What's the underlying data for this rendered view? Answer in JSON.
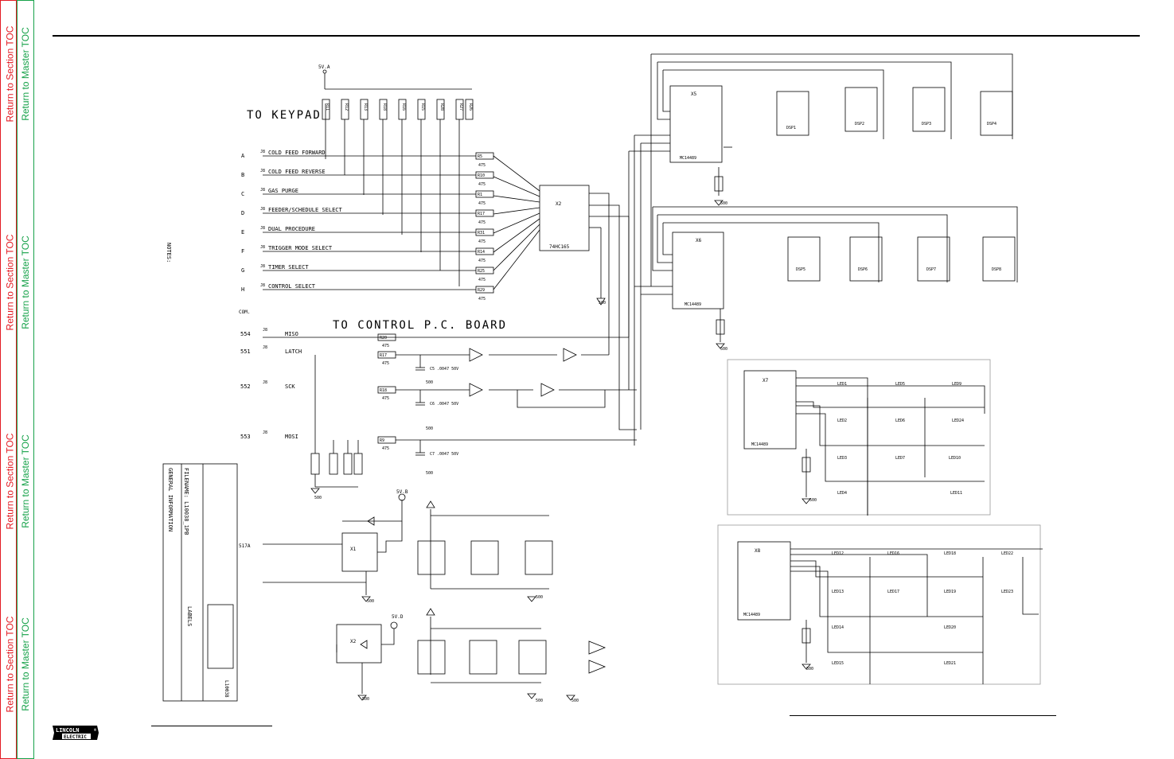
{
  "sidebar": {
    "section_label": "Return to Section TOC",
    "master_label": "Return to Master TOC"
  },
  "brand": {
    "line1": "LINCOLN",
    "line2": "ELECTRIC",
    "reg": "®"
  },
  "colors": {
    "section": "#e31b23",
    "master": "#17a24a",
    "ink": "#000000"
  },
  "schematic": {
    "keypad_title": "TO KEYPAD",
    "control_title": "TO CONTROL P.C. BOARD",
    "supply_5va": "5V.A",
    "keypad_rows": [
      {
        "pin": "A",
        "j": "J8",
        "label": "COLD FEED FORWARD",
        "res": "R5",
        "val": "475"
      },
      {
        "pin": "B",
        "j": "J8",
        "label": "COLD FEED REVERSE",
        "res": "R10",
        "val": "475"
      },
      {
        "pin": "C",
        "j": "J8",
        "label": "GAS PURGE",
        "res": "R1",
        "val": "475"
      },
      {
        "pin": "D",
        "j": "J8",
        "label": "FEEDER/SCHEDULE SELECT",
        "res": "R17",
        "val": "475"
      },
      {
        "pin": "E",
        "j": "J8",
        "label": "DUAL PROCEDURE",
        "res": "R31",
        "val": "475"
      },
      {
        "pin": "F",
        "j": "J8",
        "label": "TRIGGER MODE SELECT",
        "res": "R14",
        "val": "475"
      },
      {
        "pin": "G",
        "j": "J8",
        "label": "TIMER SELECT",
        "res": "R25",
        "val": "475"
      },
      {
        "pin": "H",
        "j": "J8",
        "label": "CONTROL SELECT",
        "res": "R29",
        "val": "475"
      }
    ],
    "com_label": "COM.",
    "pullups": [
      "R11",
      "R12",
      "R13",
      "R18",
      "R16",
      "R15",
      "R28",
      "R27",
      "R26"
    ],
    "shift_reg": {
      "ref": "X2",
      "part": "74HC165"
    },
    "control_rows": [
      {
        "net": "554",
        "j": "J8",
        "label": "MISO",
        "res": "R20",
        "val": "475"
      },
      {
        "net": "551",
        "j": "J8",
        "label": "LATCH",
        "res": "R17",
        "val": "475"
      },
      {
        "net": "552",
        "j": "J8",
        "label": "SCK",
        "res": "R18",
        "val": "475"
      },
      {
        "net": "553",
        "j": "J8",
        "label": "MOSI",
        "res": "R9",
        "val": "475"
      }
    ],
    "caps": [
      "C5 .0047 50V",
      "C6 .0047 50V",
      "C7 .0047 50V"
    ],
    "ground": "500",
    "drivers": [
      {
        "ref": "X5",
        "part": "MC14489"
      },
      {
        "ref": "X6",
        "part": "MC14489"
      },
      {
        "ref": "X7",
        "part": "MC14489"
      },
      {
        "ref": "X8",
        "part": "MC14489"
      }
    ],
    "displays": [
      "DSP1",
      "DSP2",
      "DSP3",
      "DSP4",
      "DSP5",
      "DSP6",
      "DSP7",
      "DSP8"
    ],
    "leds_x7": [
      "LED1",
      "LED5",
      "LED9",
      "LED2",
      "LED6",
      "LED24",
      "LED3",
      "LED7",
      "LED10",
      "LED4",
      "LED11"
    ],
    "leds_x8": [
      "LED12",
      "LED16",
      "LED18",
      "LED22",
      "LED13",
      "LED17",
      "LED19",
      "LED23",
      "LED14",
      "LED20",
      "LED15",
      "LED21"
    ],
    "notes_title": "NOTES:",
    "general_info": "GENERAL INFORMATION",
    "filename": "FILENAME: L10038_1PB",
    "labels_title": "LABELS",
    "supply_5vb": "5V.B",
    "supply_5vd": "5V.D",
    "reg_x1": "X1",
    "reg_x2": "X2",
    "doc_ref": "L10038",
    "net_517a": "517A"
  }
}
